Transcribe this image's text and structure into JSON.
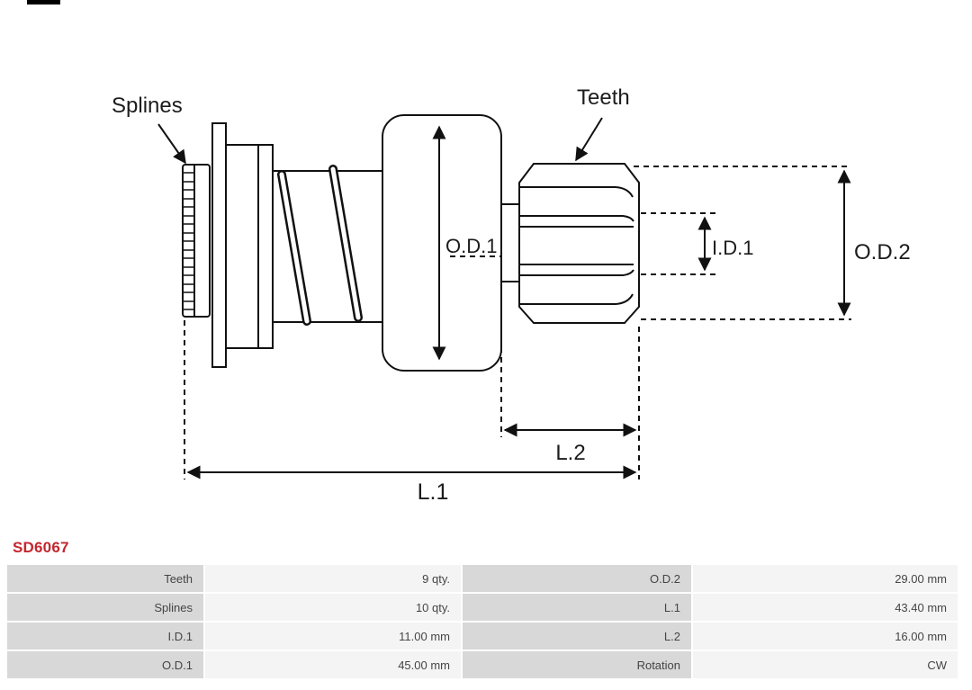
{
  "product": {
    "code": "SD6067"
  },
  "colors": {
    "product_code": "#c4262e",
    "table_label_bg": "#d8d8d8",
    "table_value_bg": "#f4f4f4",
    "drawing_line": "#111111"
  },
  "diagram": {
    "labels": {
      "splines": "Splines",
      "teeth": "Teeth",
      "od1": "O.D.1",
      "id1": "I.D.1",
      "od2": "O.D.2",
      "l2": "L.2",
      "l1": "L.1"
    }
  },
  "specs": {
    "rows": [
      {
        "label1": "Teeth",
        "value1": "9 qty.",
        "label2": "O.D.2",
        "value2": "29.00 mm"
      },
      {
        "label1": "Splines",
        "value1": "10 qty.",
        "label2": "L.1",
        "value2": "43.40 mm"
      },
      {
        "label1": "I.D.1",
        "value1": "11.00 mm",
        "label2": "L.2",
        "value2": "16.00 mm"
      },
      {
        "label1": "O.D.1",
        "value1": "45.00 mm",
        "label2": "Rotation",
        "value2": "CW"
      }
    ]
  }
}
